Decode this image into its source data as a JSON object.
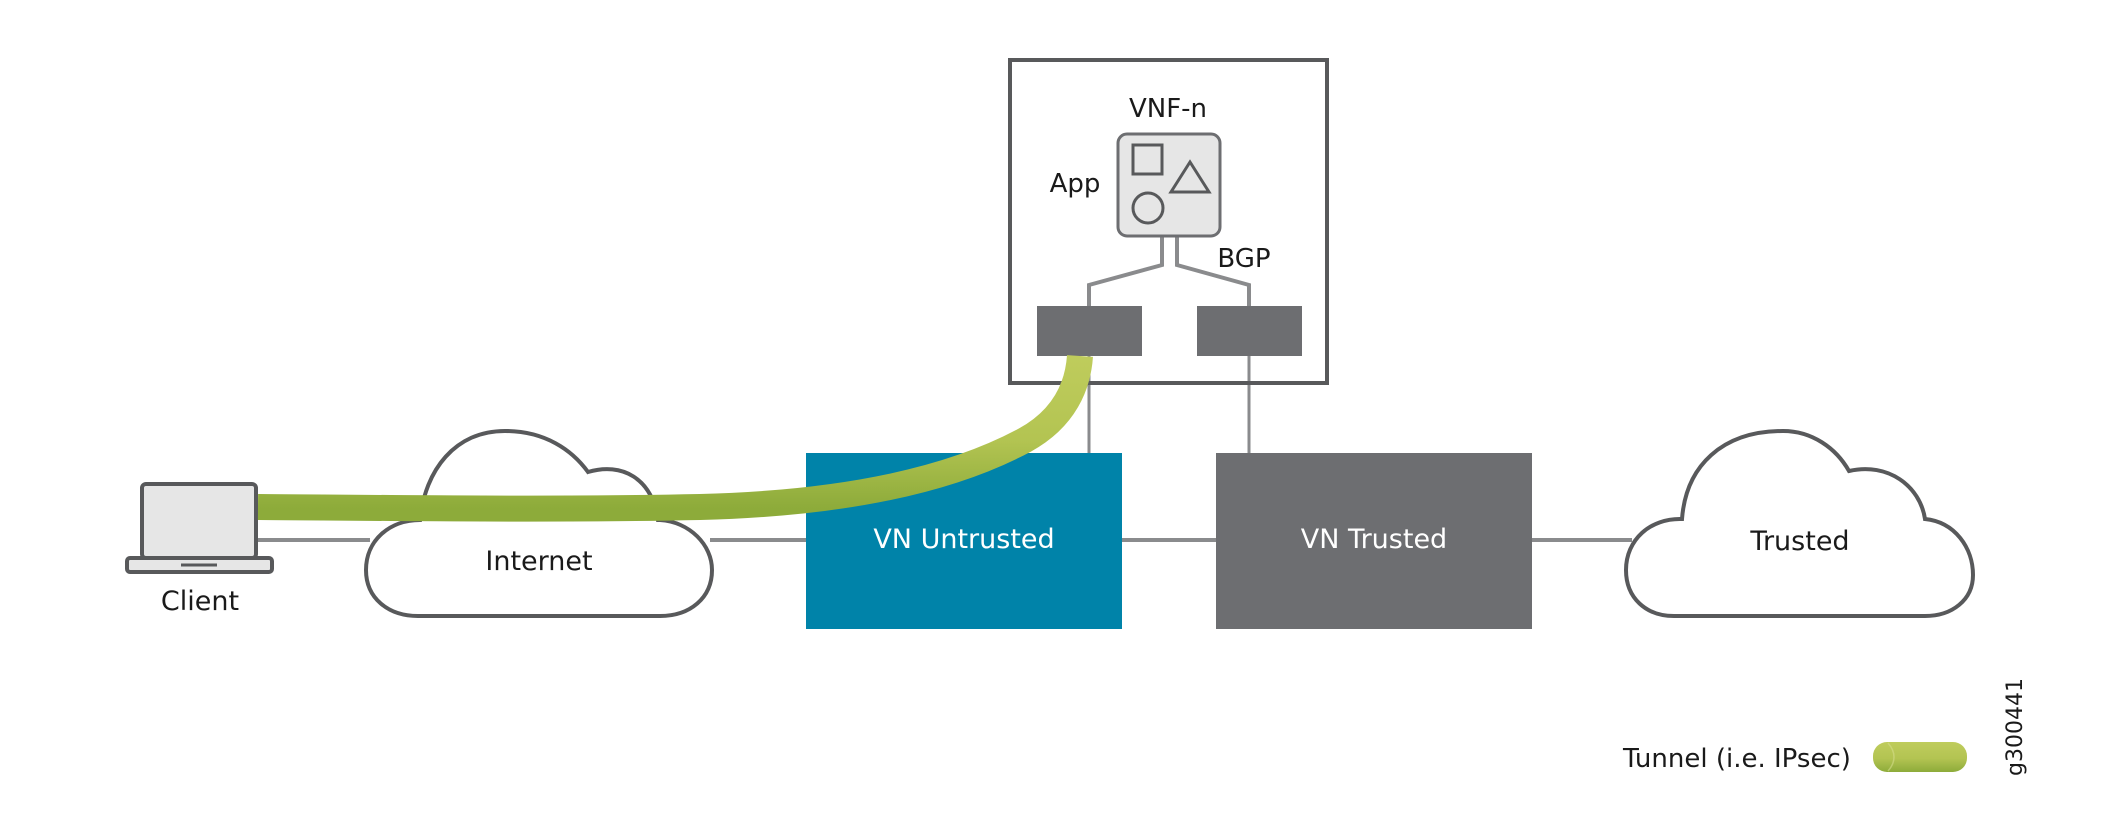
{
  "diagram": {
    "type": "network-topology",
    "nodes": {
      "client": {
        "label": "Client",
        "kind": "laptop"
      },
      "internet": {
        "label": "Internet",
        "kind": "cloud"
      },
      "vn_untrusted": {
        "label": "VN Untrusted",
        "kind": "virtual-network",
        "color": "#0083a9"
      },
      "vn_trusted": {
        "label": "VN Trusted",
        "kind": "virtual-network",
        "color": "#6d6e71"
      },
      "trusted": {
        "label": "Trusted",
        "kind": "cloud"
      },
      "vnf": {
        "label": "VNF-n",
        "kind": "container"
      },
      "app": {
        "label": "App",
        "kind": "application-icon"
      },
      "bgp": {
        "label": "BGP"
      }
    },
    "links": [
      {
        "from": "client",
        "to": "internet"
      },
      {
        "from": "internet",
        "to": "vn_untrusted"
      },
      {
        "from": "vn_untrusted",
        "to": "vn_trusted"
      },
      {
        "from": "vn_trusted",
        "to": "trusted"
      },
      {
        "from": "vnf.port_left",
        "to": "vn_untrusted"
      },
      {
        "from": "vnf.port_right",
        "to": "vn_trusted"
      },
      {
        "from": "app",
        "to": "vnf.port_left"
      },
      {
        "from": "app",
        "to": "vnf.port_right",
        "label": "BGP"
      }
    ],
    "tunnel": {
      "from": "client",
      "to": "vnf.port_left",
      "type": "IPsec"
    }
  },
  "legend": {
    "tunnel_label": "Tunnel (i.e. IPsec)",
    "tunnel_color_light": "#bfcc5c",
    "tunnel_color_dark": "#8dab3a"
  },
  "figure_id": "g300441",
  "colors": {
    "outline": "#58595b",
    "link": "#8a8b8d",
    "port": "#6d6e71",
    "app_fill": "#e6e6e6"
  }
}
